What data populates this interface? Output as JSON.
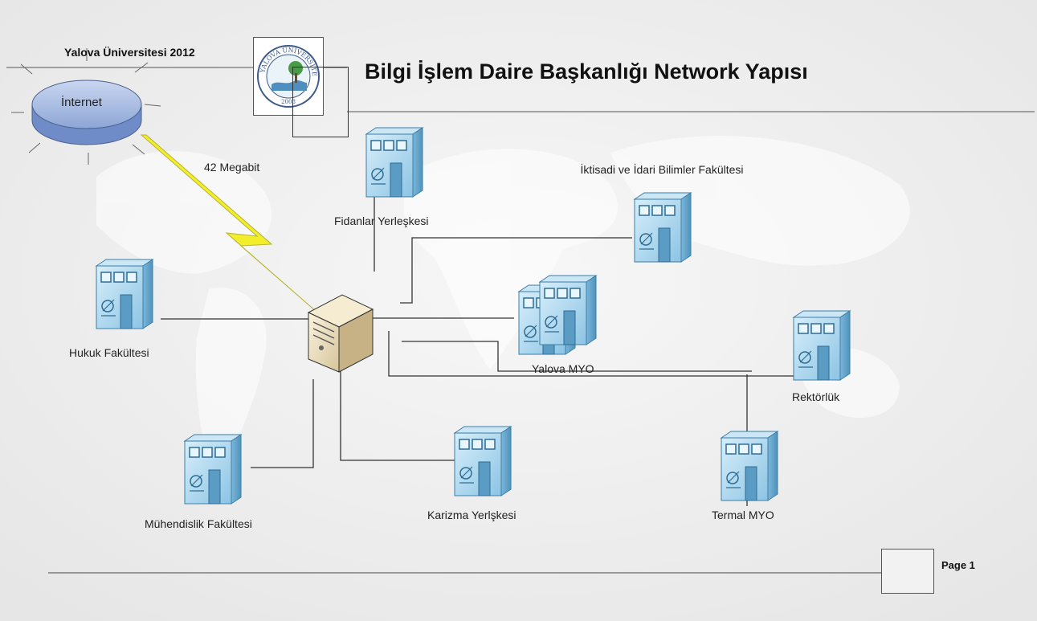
{
  "header": {
    "organization": "Yalova Üniversitesi 2012",
    "title": "Bilgi İşlem Daire Başkanlığı Network Yapısı",
    "logo_text": "YALOVA ÜNİVERSİTESİ",
    "logo_year": "2008"
  },
  "internet": {
    "label": "İnternet",
    "link_label": "42 Megabit"
  },
  "nodes": {
    "fidanlar": "Fidanlar Yerleşkesi",
    "iktisadi": "İktisadi ve İdari Bilimler Fakültesi",
    "hukuk": "Hukuk Fakültesi",
    "yalova_myo": "Yalova MYO",
    "rektorluk": "Rektörlük",
    "muhendislik": "Mühendislik Fakültesi",
    "karizma": "Karizma Yerlşkesi",
    "termal": "Termal MYO"
  },
  "footer": {
    "page_label": "Page 1"
  },
  "colors": {
    "building": "#a9d4ee",
    "building_dark": "#5fa3c9",
    "server": "#e8dcc0",
    "internet_disc": "#8fa8d8",
    "lightning": "#f2ee2a",
    "line": "#333333"
  }
}
